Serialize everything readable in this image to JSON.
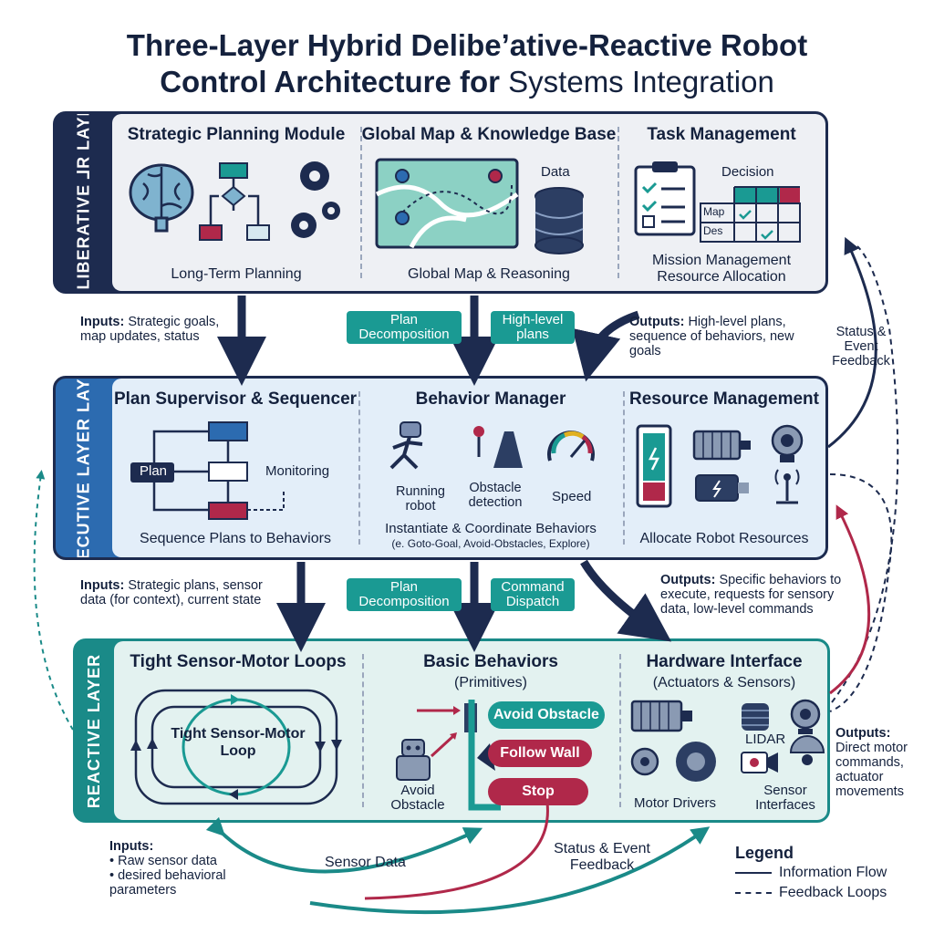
{
  "title": {
    "line1": "Three-Layer Hybrid Delibeʼative-Reactive Robot",
    "line2_bold": "Control Architecture for",
    "line2_light": "Systems Integration"
  },
  "deliberative": {
    "side_label": "DELIBERATIVE ⅃R LAYER",
    "modules": [
      {
        "title": "Strategic Planning Module",
        "caption": "Long-Term Planning"
      },
      {
        "title": "Global Map & Knowledge Base",
        "data_label": "Data",
        "caption": "Global Map & Reasoning"
      },
      {
        "title": "Task Management",
        "decision_label": "Decision",
        "table_rows": [
          "Map",
          "Des"
        ],
        "caption_1": "Mission Management",
        "caption_2": "Resource Allocation"
      }
    ]
  },
  "executive": {
    "side_label": "EXECUTIVE LAYER LAYER",
    "modules": [
      {
        "title": "Plan Supervisor & Sequencer",
        "plan_label": "Plan",
        "monitoring_label": "Monitoring",
        "caption": "Sequence Plans to Behaviors"
      },
      {
        "title": "Behavior Manager",
        "icons": [
          "Running robot",
          "Obstacle detection",
          "Speed"
        ],
        "caption_1": "Instantiate & Coordinate Behaviors",
        "caption_2": "(e. Goto-Goal, Avoid-Obstacles, Explore)"
      },
      {
        "title": "Resource Management",
        "caption": "Allocate Robot Resources"
      }
    ]
  },
  "reactive": {
    "side_label": "REACTIVE LAYER",
    "modules": [
      {
        "title": "Tight Sensor-Motor Loops",
        "loop_label": "Tight Sensor-Motor Loop"
      },
      {
        "title": "Basic Behaviors",
        "subtitle": "(Primitives)",
        "robot_label": "Avoid Obstacle",
        "behaviors": [
          "Avoid Obstacle",
          "Follow Wall",
          "Stop"
        ]
      },
      {
        "title": "Hardware Interface",
        "subtitle": "(Actuators & Sensors)",
        "lidar_label": "LIDAR",
        "motor_label": "Motor Drivers",
        "sensor_label": "Sensor Interfaces"
      }
    ]
  },
  "flows": {
    "top_inputs_label": "Inputs:",
    "top_inputs_text": "Strategic goals, map updates, status",
    "top_pill_1": "Plan Decomposition",
    "top_pill_2": "High-level plans",
    "top_outputs_label": "Outputs:",
    "top_outputs_text": "High-level plans, sequence of behaviors, new goals",
    "status_feedback": "Status & Event Feedback",
    "mid_inputs_label": "Inputs:",
    "mid_inputs_text": "Strategic plans, sensor data (for context), current state",
    "mid_pill_1": "Plan Decomposition",
    "mid_pill_2": "Command Dispatch",
    "mid_outputs_label": "Outputs:",
    "mid_outputs_text": "Specific behaviors to execute, requests for sensory data, low-level commands",
    "right_outputs_label": "Outputs:",
    "right_outputs_text": "Direct motor commands, actuator movements",
    "bottom_inputs_label": "Inputs:",
    "bottom_inputs_items": [
      "Raw sensor data",
      "desired behavioral parameters"
    ],
    "sensor_data": "Sensor Data",
    "bottom_status": "Status & Event Feedback"
  },
  "legend": {
    "title": "Legend",
    "solid": "Information Flow",
    "dashed": "Feedback Loops"
  },
  "colors": {
    "navy": "#1d2b4f",
    "blue": "#2c6bb0",
    "teal": "#1a9a93",
    "crimson": "#b0284a"
  }
}
